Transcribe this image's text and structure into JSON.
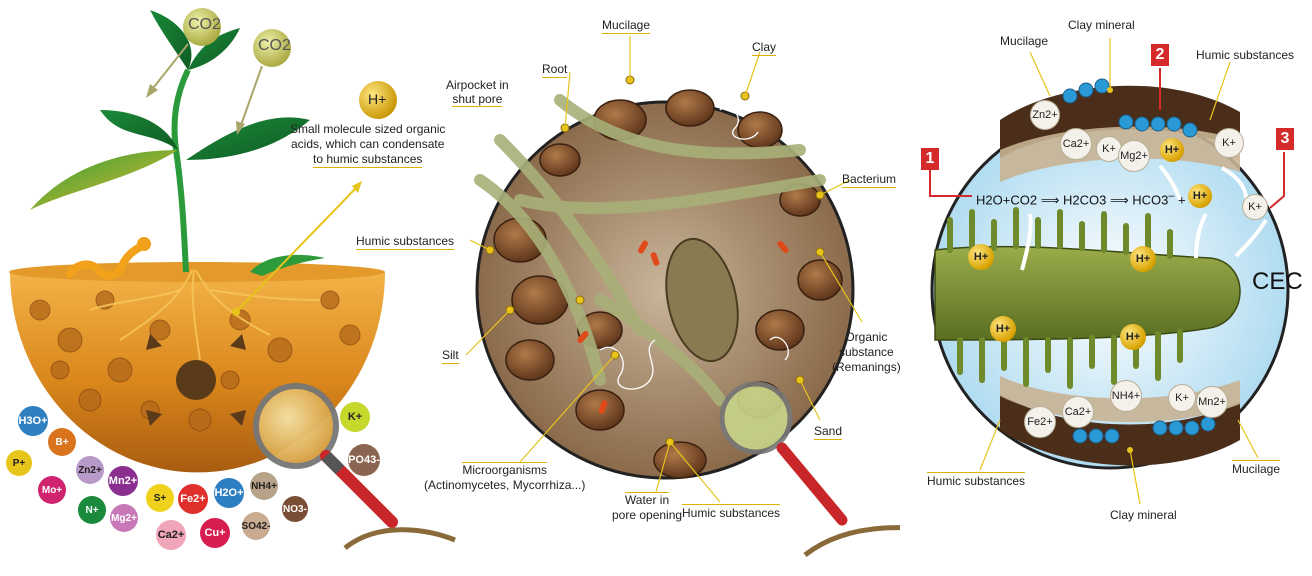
{
  "panel1": {
    "co2_a": "CO2",
    "co2_b": "CO2",
    "hplus": "H+",
    "note": [
      "Small molecule sized organic",
      "acids, which can condensate",
      "to humic substances"
    ],
    "ions": [
      {
        "label": "H3O+",
        "color": "#2f7fc1"
      },
      {
        "label": "B+",
        "color": "#d9731d"
      },
      {
        "label": "Zn2+",
        "color": "#b79ac8"
      },
      {
        "label": "Mn2+",
        "color": "#8a2f8f"
      },
      {
        "label": "P+",
        "color": "#e8c51a"
      },
      {
        "label": "Mo+",
        "color": "#d0246f"
      },
      {
        "label": "N+",
        "color": "#1b8a3c"
      },
      {
        "label": "Mg2+",
        "color": "#c878b7"
      },
      {
        "label": "S+",
        "color": "#f0d21c"
      },
      {
        "label": "Fe2+",
        "color": "#e0302b"
      },
      {
        "label": "Ca2+",
        "color": "#f0a5b8"
      },
      {
        "label": "H2O+",
        "color": "#2e7fc2"
      },
      {
        "label": "Cu+",
        "color": "#d71d50"
      },
      {
        "label": "NH4+",
        "color": "#b9a28a"
      },
      {
        "label": "SO42-",
        "color": "#c9ab92"
      },
      {
        "label": "NO3-",
        "color": "#7a4e34"
      },
      {
        "label": "K+",
        "color": "#c6d82c"
      },
      {
        "label": "PO43-",
        "color": "#8a6450"
      }
    ]
  },
  "panel2": {
    "labels": {
      "mucilage": "Mucilage",
      "root": "Root",
      "clay": "Clay",
      "airpocket": [
        "Airpocket in",
        "shut pore"
      ],
      "bacterium": "Bacterium",
      "humic_left": "Humic substances",
      "silt": "Silt",
      "organic": [
        "Organic",
        "substance",
        "(Remanings)"
      ],
      "sand": "Sand",
      "micro": [
        "Microorganisms",
        "(Actinomycetes, Mycorrhiza...)"
      ],
      "water": [
        "Water in",
        "pore opening"
      ],
      "humic_bottom": "Humic substances"
    }
  },
  "panel3": {
    "labels": {
      "mucilage_top": "Mucilage",
      "clay_top": "Clay mineral",
      "humic_top": "Humic substances",
      "humic_bottom": "Humic substances",
      "clay_bottom": "Clay mineral",
      "mucilage_bottom": "Mucilage"
    },
    "badges": [
      "1",
      "2",
      "3"
    ],
    "equation": {
      "h2o": "H2O",
      "plus1": "+",
      "co2": "CO2",
      "h2co3": "H2CO3",
      "hco3": "HCO3",
      "minus": "–",
      "plus2": "+"
    },
    "cec": "CEC",
    "cations_top": [
      "Zn2+",
      "Ca2+",
      "K+",
      "Mg2+",
      "K+"
    ],
    "hplus_top": "H+",
    "hplus_eq": "H+",
    "kplus_free": "K+",
    "hplus_root": [
      "H+",
      "H+",
      "H+",
      "H+"
    ],
    "cations_bottom": [
      "Fe2+",
      "Ca2+",
      "NH4+",
      "K+",
      "Mn2+"
    ]
  }
}
